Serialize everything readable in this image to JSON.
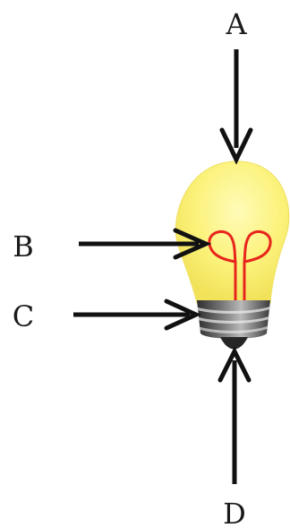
{
  "diagram": {
    "labels": {
      "a": "A",
      "b": "B",
      "c": "C",
      "d": "D"
    },
    "subject_icon": "light-bulb-icon",
    "colors": {
      "glass": "#fbf27a",
      "glass_edge": "#f3e55d",
      "filament": "#e8251c",
      "base_dark": "#3f3f3f",
      "base_light": "#a5a5a5",
      "arrow": "#111111",
      "text": "#1a1a1a"
    }
  }
}
